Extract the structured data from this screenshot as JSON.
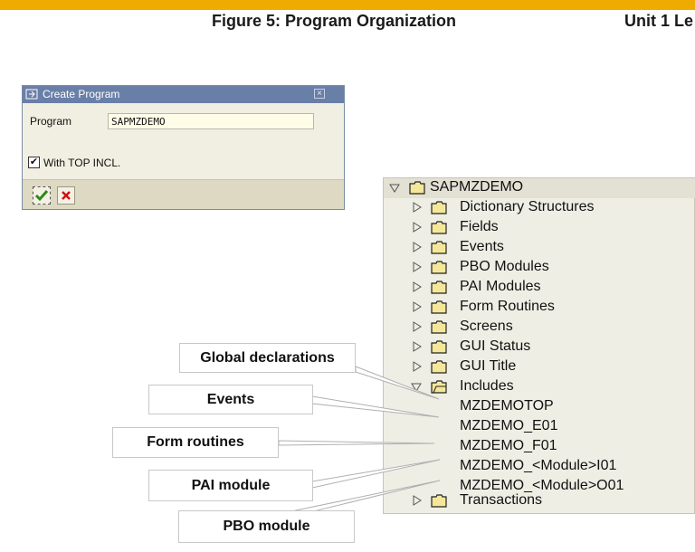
{
  "header": {
    "figure_title": "Figure 5: Program Organization",
    "unit_label": "Unit 1 Le"
  },
  "dialog": {
    "title": "Create Program",
    "program_label": "Program",
    "program_value": "SAPMZDEMO",
    "checkbox_label": "With TOP INCL.",
    "checkbox_checked": true,
    "ok_icon": "green-checkmark-icon",
    "cancel_icon": "red-x-icon"
  },
  "tree": {
    "root": "SAPMZDEMO",
    "items": [
      "Dictionary Structures",
      "Fields",
      "Events",
      "PBO Modules",
      "PAI Modules",
      "Form Routines",
      "Screens",
      "GUI Status",
      "GUI Title",
      "Includes"
    ],
    "includes": [
      "MZDEMOTOP",
      "MZDEMO_E01",
      "MZDEMO_F01",
      "MZDEMO_<Module>I01",
      "MZDEMO_<Module>O01"
    ],
    "last_item": "Transactions"
  },
  "callouts": [
    "Global declarations",
    "Events",
    "Form routines",
    "PAI module",
    "PBO module"
  ],
  "colors": {
    "accent_bar": "#f0ab00",
    "dialog_title_bar": "#6a7fa8",
    "folder_yellow": "#f5e79a"
  }
}
